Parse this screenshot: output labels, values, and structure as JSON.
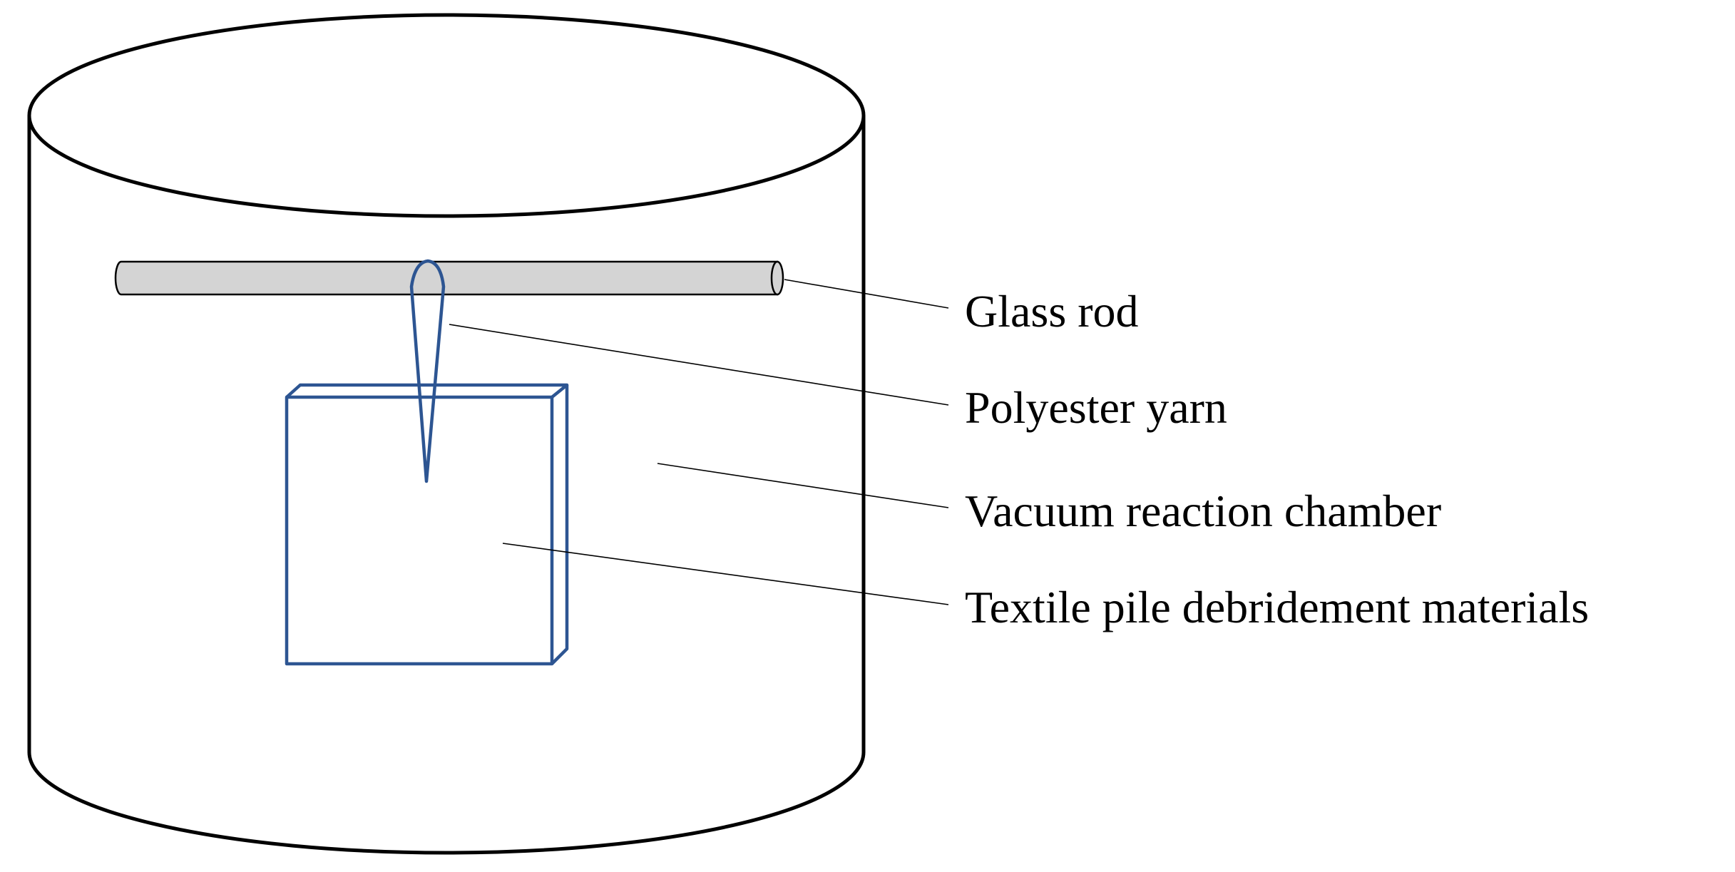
{
  "labels": {
    "glass_rod": "Glass rod",
    "polyester_yarn": "Polyester yarn",
    "vacuum_chamber": "Vacuum reaction chamber",
    "textile_materials": "Textile pile debridement materials"
  },
  "colors": {
    "line": "#000000",
    "rod_fill": "#d4d4d4",
    "sample_stroke": "#2d5592",
    "background": "#ffffff"
  }
}
